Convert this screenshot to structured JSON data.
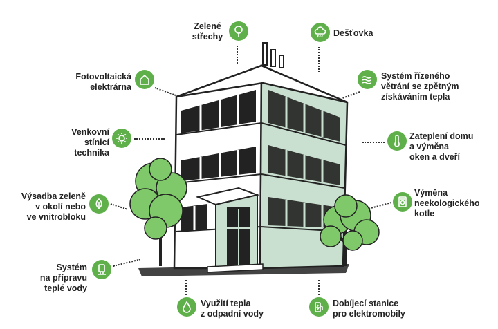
{
  "callouts": [
    {
      "id": "green-roofs",
      "lines": [
        "Zelené",
        "střechy"
      ],
      "icon": "tree-icon"
    },
    {
      "id": "rainwater",
      "lines": [
        "Dešťovka"
      ],
      "icon": "rain-cloud-icon"
    },
    {
      "id": "photovoltaic",
      "lines": [
        "Fotovoltaická",
        "elektrárna"
      ],
      "icon": "house-icon"
    },
    {
      "id": "ventilation",
      "lines": [
        "Systém řízeného",
        "větrání se zpětným",
        "získáváním tepla"
      ],
      "icon": "air-waves-icon"
    },
    {
      "id": "shading",
      "lines": [
        "Venkovní",
        "stínicí",
        "technika"
      ],
      "icon": "sun-icon"
    },
    {
      "id": "insulation",
      "lines": [
        "Zateplení domu",
        "a výměna",
        "oken a dveří"
      ],
      "icon": "thermometer-icon"
    },
    {
      "id": "greenery",
      "lines": [
        "Výsadba zeleně",
        "v okolí nebo",
        "ve vnitrobloku"
      ],
      "icon": "leaf-icon"
    },
    {
      "id": "boiler",
      "lines": [
        "Výměna",
        "neekologického",
        "kotle"
      ],
      "icon": "boiler-icon"
    },
    {
      "id": "hot-water",
      "lines": [
        "Systém",
        "na přípravu",
        "teplé vody"
      ],
      "icon": "water-heater-icon"
    },
    {
      "id": "waste-heat",
      "lines": [
        "Využití tepla",
        "z odpadní vody"
      ],
      "icon": "water-drop-icon"
    },
    {
      "id": "ev-charging",
      "lines": [
        "Dobíjecí stanice",
        "pro elektromobily"
      ],
      "icon": "charging-station-icon"
    }
  ],
  "colors": {
    "badge": "#5fb04b",
    "facade": "#c9dfcf",
    "tree": "#7fc96a",
    "ink": "#222222"
  }
}
